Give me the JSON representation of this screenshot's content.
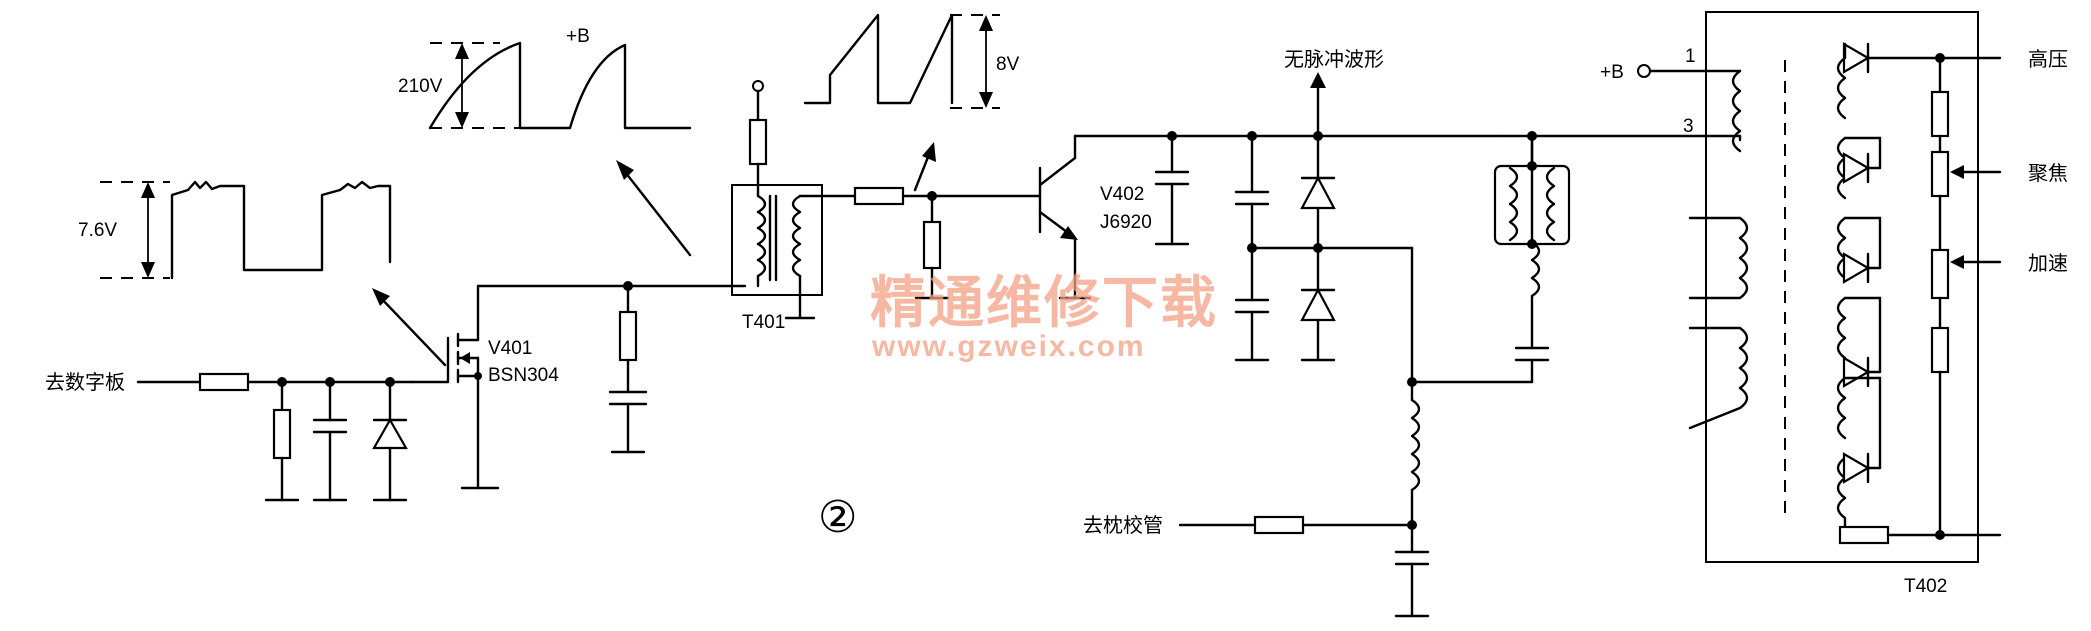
{
  "labels": {
    "to_digital_board": "去数字板",
    "v401": "V401",
    "bsn304": "BSN304",
    "t401": "T401",
    "plus_b_left": "+B",
    "v402": "V402",
    "j6920": "J6920",
    "no_pulse": "无脉冲波形",
    "to_pillow_tube": "去枕校管",
    "plus_b_right": "+B",
    "pin1": "1",
    "pin3": "3",
    "high_voltage": "高压",
    "focus": "聚焦",
    "accel": "加速",
    "t402": "T402",
    "figure_number": "②"
  },
  "waveforms": {
    "w1_amplitude": "7.6V",
    "w2_amplitude": "210V",
    "w3_amplitude": "8V"
  },
  "watermark": {
    "cn": "精通维修下载",
    "url": "www.gzweix.com"
  }
}
